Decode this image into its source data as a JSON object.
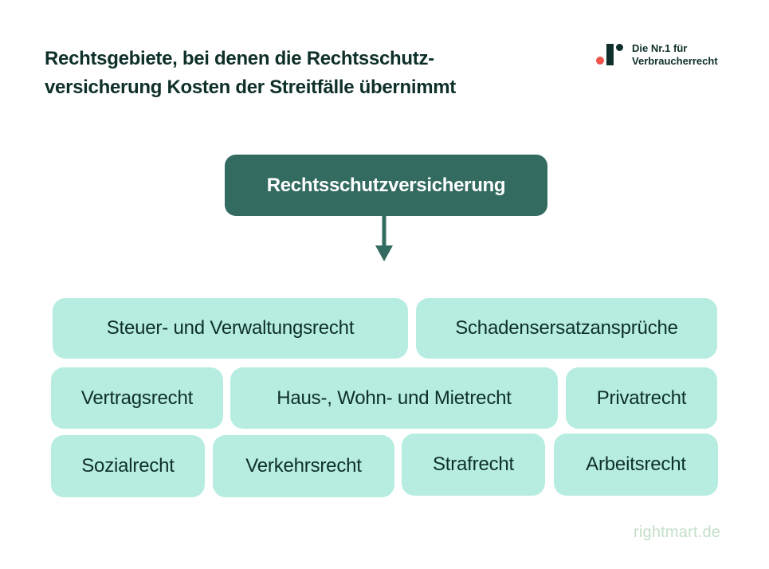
{
  "header": {
    "title_line1": "Rechtsgebiete, bei denen die Rechtsschutz-",
    "title_line2": "versicherung Kosten der Streitfälle übernimmt"
  },
  "logo": {
    "line1": "Die Nr.1 für",
    "line2": "Verbraucherrecht",
    "colors": {
      "red_dot": "#f0544a",
      "dark": "#0e2f2a"
    }
  },
  "diagram": {
    "root": {
      "label": "Rechtsschutzversicherung",
      "color": "#336b61"
    },
    "arrow": {
      "direction": "down",
      "color": "#336b61"
    },
    "box_color": "#b6ede0",
    "children": [
      {
        "label": "Steuer- und Verwaltungsrecht"
      },
      {
        "label": "Schadensersatzansprüche"
      },
      {
        "label": "Vertragsrecht"
      },
      {
        "label": "Haus-, Wohn- und Mietrecht"
      },
      {
        "label": "Privatrecht"
      },
      {
        "label": "Sozialrecht"
      },
      {
        "label": "Verkehrsrecht"
      },
      {
        "label": "Strafrecht"
      },
      {
        "label": "Arbeitsrecht"
      }
    ]
  },
  "footer": {
    "site": "rightmart.de"
  }
}
